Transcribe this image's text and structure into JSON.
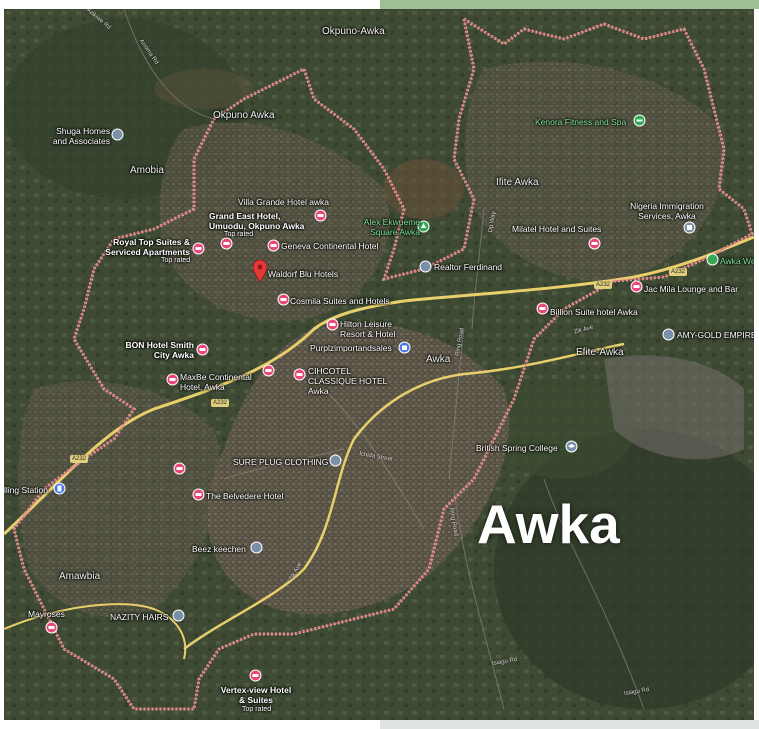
{
  "map": {
    "title": "Awka",
    "colors": {
      "boundary": "#f4a7a7",
      "hotel_pin": "#e8497a",
      "main_pin": "#e53935",
      "poi_pin": "#7a8fa8",
      "green_pin": "#34a853",
      "highway": "#e8cf6b"
    },
    "places": [
      "Okpuno-Awka",
      "Okpuno Awka",
      "Amobia",
      "Ifite Awka",
      "Awka",
      "Efite-Awka",
      "Amawbia"
    ],
    "roads": [
      "A232",
      "A232",
      "A232",
      "A232",
      "Zik Ave",
      "Zik Ave",
      "Ichida Street",
      "Ring Road",
      "Ring Road",
      "Arroma Rd",
      "Dp Way",
      "Nnamdi Azikiwe Rd",
      "Isiagu Rd",
      "Isiagu Rd"
    ],
    "pois": [
      {
        "label": "Shuga Homes and Associates",
        "icon": "poi-icon"
      },
      {
        "label": "Villa Grande Hotel awka",
        "icon": "hotel-icon"
      },
      {
        "label": "Grand East Hotel, Umuodu, Okpuno Awka",
        "sub": "Top rated",
        "icon": "hotel-icon"
      },
      {
        "label": "Geneva Continental Hotel",
        "icon": "hotel-icon"
      },
      {
        "label": "Royal Top Suites & Serviced Apartments",
        "sub": "Top rated",
        "icon": "hotel-icon"
      },
      {
        "label": "Waldorf Blu Hotels",
        "icon": "map-pin-icon"
      },
      {
        "label": "Cosmila Suites and Hotels",
        "icon": "hotel-icon"
      },
      {
        "label": "Hilton Leisure Resort & Hotel",
        "icon": "hotel-icon"
      },
      {
        "label": "BON Hotel Smith City Awka",
        "icon": "hotel-icon"
      },
      {
        "label": "Purplzimportandsales",
        "icon": "shopping-icon"
      },
      {
        "label": "MaxBe Continental Hotel, Awka",
        "icon": "hotel-icon"
      },
      {
        "label": "CIHCOTEL CLASSIQUE HOTEL Awka",
        "icon": "hotel-icon"
      },
      {
        "label": "Alex Ekwueme Square Awka",
        "icon": "park-icon"
      },
      {
        "label": "Realtor Ferdinand",
        "icon": "poi-icon"
      },
      {
        "label": "Milatel Hotel and Suites",
        "icon": "hotel-icon"
      },
      {
        "label": "Kenora Fitness and Spa",
        "icon": "fitness-icon"
      },
      {
        "label": "Nigeria Immigration Services, Awka",
        "icon": "government-icon"
      },
      {
        "label": "Jac Mila Lounge and Bar",
        "icon": "hotel-icon"
      },
      {
        "label": "Billion Suite hotel Awka",
        "icon": "hotel-icon"
      },
      {
        "label": "AMY-GOLD EMPIRE",
        "icon": "poi-icon"
      },
      {
        "label": "British Spring College",
        "icon": "school-icon"
      },
      {
        "label": "SURE PLUG CLOTHING",
        "icon": "poi-icon"
      },
      {
        "label": "The Belvedere Hotel",
        "icon": "hotel-icon"
      },
      {
        "label": "Beez keechen",
        "icon": "poi-icon"
      },
      {
        "label": "lling Station",
        "icon": "gas-station-icon"
      },
      {
        "label": "Mayroses",
        "icon": "hotel-icon"
      },
      {
        "label": "NAZITY HAIRS",
        "icon": "poi-icon"
      },
      {
        "label": "Vertex-view Hotel & Suites",
        "sub": "Top rated",
        "icon": "hotel-icon"
      },
      {
        "label": "Awka We",
        "icon": "green-pin-icon"
      }
    ]
  }
}
